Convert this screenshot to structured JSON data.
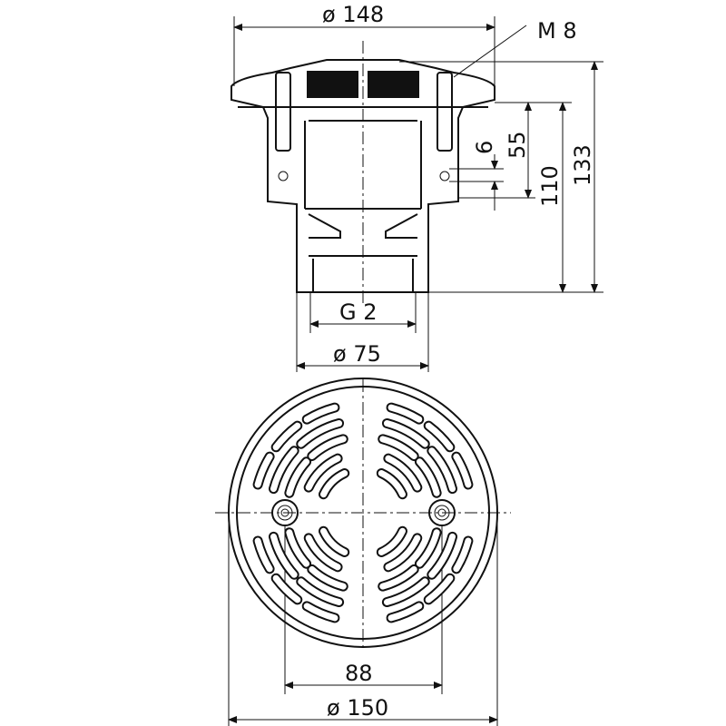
{
  "title": "Floor drain technical drawing",
  "dimensions": {
    "flange_diameter": "ø 148",
    "bolt": "M 8",
    "offset": "6",
    "depth_upper": "55",
    "depth_mid": "110",
    "total_height": "133",
    "thread": "G 2",
    "outlet_diameter": "ø 75",
    "bolt_spacing": "88",
    "grate_diameter": "ø 150"
  }
}
